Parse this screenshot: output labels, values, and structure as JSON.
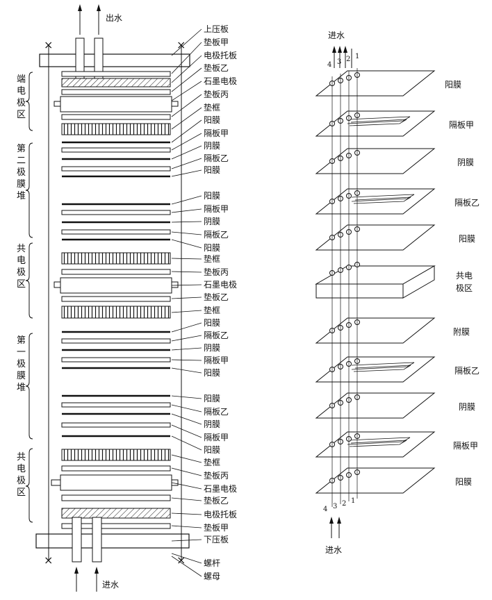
{
  "left": {
    "outlet_label": "出水",
    "inlet_label": "进水",
    "labels": [
      "上压板",
      "垫板甲",
      "电极托板",
      "垫板乙",
      "石墨电极",
      "垫板丙",
      "垫框",
      "阳膜",
      "隔板甲",
      "阴膜",
      "隔板乙",
      "阳膜",
      "阳膜",
      "隔板甲",
      "阴膜",
      "隔板乙",
      "阳膜",
      "垫框",
      "垫板丙",
      "石墨电极",
      "垫板乙",
      "垫框",
      "阳膜",
      "隔板乙",
      "阴膜",
      "隔板甲",
      "阳膜",
      "阳膜",
      "隔板乙",
      "阴膜",
      "隔板甲",
      "阳膜",
      "垫框",
      "垫板丙",
      "石墨电极",
      "垫板乙",
      "电极托板",
      "垫板甲",
      "下压板",
      "螺杆",
      "螺母"
    ],
    "zones": [
      {
        "text": "端电极区"
      },
      {
        "text": "第二极膜堆"
      },
      {
        "text": "共电极区"
      },
      {
        "text": "第一极膜堆"
      },
      {
        "text": "共电极区"
      }
    ]
  },
  "right": {
    "top_label": "进水",
    "bottom_label": "进水",
    "port_numbers": [
      "4",
      "3",
      "2",
      "1"
    ],
    "layers": [
      "阳膜",
      "隔板甲",
      "阴膜",
      "隔板乙",
      "阳膜",
      "共电极区",
      "附膜",
      "隔板乙",
      "阴膜",
      "隔板甲",
      "阳膜"
    ]
  }
}
